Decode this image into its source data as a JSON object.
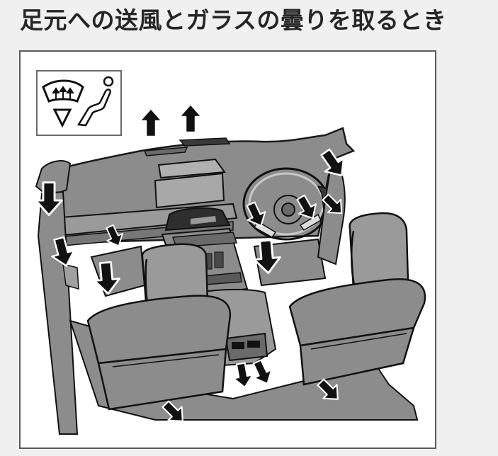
{
  "page": {
    "title": "足元への送風とガラスの曇りを取るとき",
    "background_color": "#f0f0f0"
  },
  "figure": {
    "description": "車内イラスト：フロント／サイドデフロスター、足元吹き出し口からの送風方向を矢印で示す",
    "frame_border_color": "#5a5a5a",
    "fill_gray": "#8c8c8c",
    "light_gray": "#a8a8a8",
    "dark_gray": "#5e5e5e",
    "arrow_color": "#111111",
    "mode_icon": {
      "name": "defrost-and-floor-mode-icon",
      "parts": [
        "windshield-defroster-icon",
        "floor-vent-arrow-icon",
        "seated-person-icon"
      ]
    },
    "airflow_arrows": [
      {
        "id": "windshield-up-left",
        "direction": "up"
      },
      {
        "id": "windshield-up-right",
        "direction": "up"
      },
      {
        "id": "side-window-right",
        "direction": "down-right"
      },
      {
        "id": "side-vent-left-top",
        "direction": "down"
      },
      {
        "id": "side-vent-left-lower",
        "direction": "down"
      },
      {
        "id": "dash-left-center",
        "direction": "down-right"
      },
      {
        "id": "floor-passenger-front",
        "direction": "down"
      },
      {
        "id": "steering-left",
        "direction": "down-right"
      },
      {
        "id": "steering-right",
        "direction": "down-right"
      },
      {
        "id": "side-vent-right",
        "direction": "down-right"
      },
      {
        "id": "floor-driver-front",
        "direction": "down"
      },
      {
        "id": "rear-console-left",
        "direction": "down"
      },
      {
        "id": "rear-console-right",
        "direction": "down-right"
      },
      {
        "id": "floor-rear-right",
        "direction": "down-right"
      },
      {
        "id": "floor-rear-left",
        "direction": "down-right"
      }
    ]
  }
}
